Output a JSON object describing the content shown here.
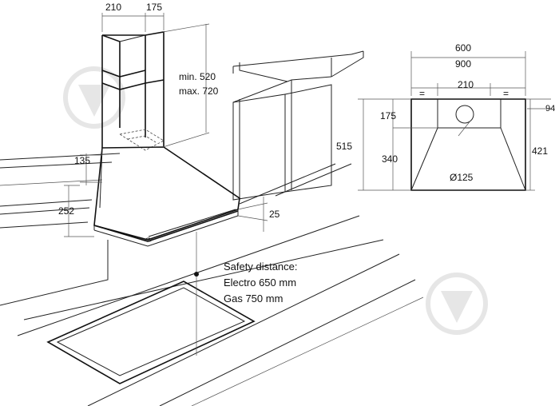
{
  "side_view": {
    "chimney_depth": "210",
    "chimney_width": "175",
    "chimney_height_min": "min. 520",
    "chimney_height_max": "max. 720",
    "top_offset": "135",
    "hood_height": "252",
    "front_lip": "25"
  },
  "front_view": {
    "width_small": "600",
    "width_large": "900",
    "duct_spacing": "210",
    "equal_mark_left": "=",
    "equal_mark_right": "=",
    "top_band": "94",
    "duct_top": "175",
    "total_height": "515",
    "body_height": "340",
    "side_height": "421",
    "duct_diameter": "Ø125"
  },
  "safety_note": {
    "title": "Safety distance:",
    "electro": "Electro 650 mm",
    "gas": "Gas 750 mm"
  }
}
